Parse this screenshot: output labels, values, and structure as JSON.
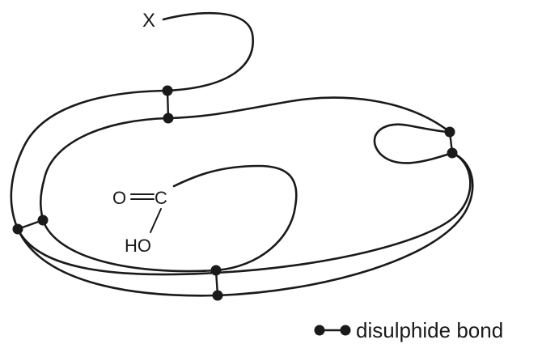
{
  "labels": {
    "chain_start": "X",
    "carboxyl_oxygen": "O",
    "carboxyl_carbon": "C",
    "hydroxyl": "HO"
  },
  "legend": {
    "text": "disulphide bond"
  },
  "colors": {
    "ink": "#1a1a1a",
    "background": "#ffffff"
  }
}
